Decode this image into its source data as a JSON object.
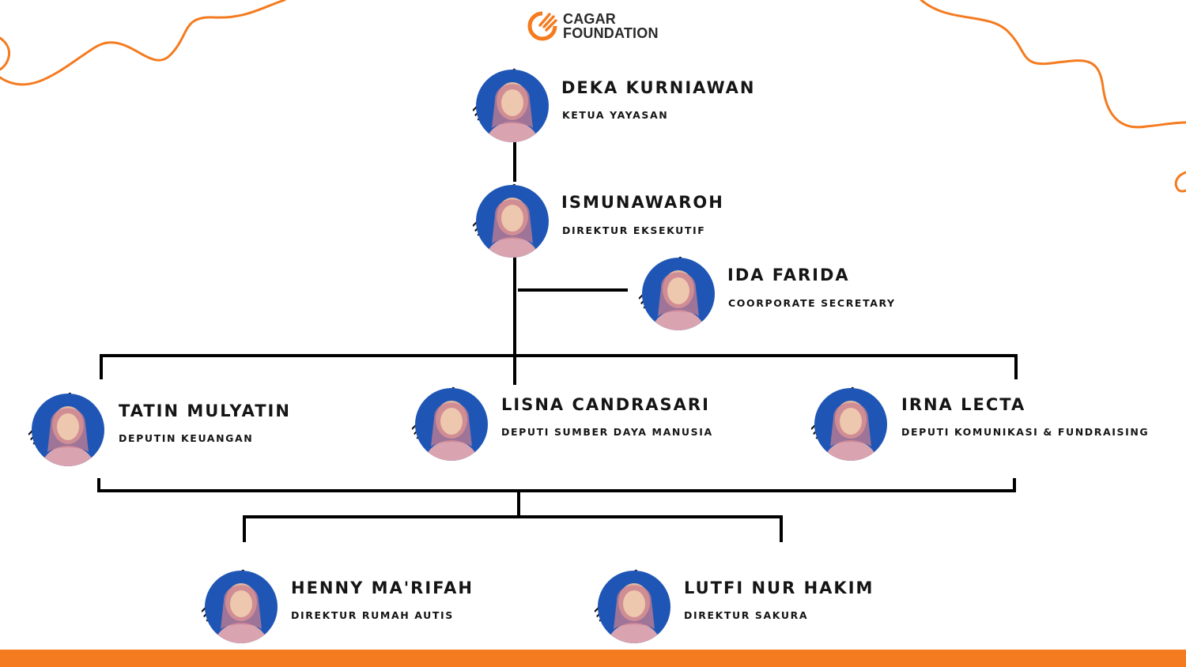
{
  "brand": {
    "line1": "CAGAR",
    "line2": "FOUNDATION",
    "accent_color": "#f47b20",
    "logo_icon": "cagar-hand-logo-icon"
  },
  "colors": {
    "accent": "#f47b20",
    "avatar_circle": "#1f56b5",
    "line": "#000000",
    "text": "#151515"
  },
  "people": {
    "deka": {
      "name": "DEKA KURNIAWAN",
      "role": "KETUA YAYASAN"
    },
    "ismunawaroh": {
      "name": "ISMUNAWAROH",
      "role": "DIREKTUR EKSEKUTIF"
    },
    "ida": {
      "name": "IDA FARIDA",
      "role": "COORPORATE SECRETARY"
    },
    "tatin": {
      "name": "TATIN MULYATIN",
      "role": "DEPUTIN KEUANGAN"
    },
    "lisna": {
      "name": "LISNA CANDRASARI",
      "role": "DEPUTI SUMBER DAYA MANUSIA"
    },
    "irna": {
      "name": "IRNA LECTA",
      "role": "DEPUTI KOMUNIKASI & FUNDRAISING"
    },
    "henny": {
      "name": "HENNY MA'RIFAH",
      "role": "DIREKTUR RUMAH AUTIS"
    },
    "lutfi": {
      "name": "LUTFI NUR HAKIM",
      "role": "DIREKTUR SAKURA"
    }
  }
}
